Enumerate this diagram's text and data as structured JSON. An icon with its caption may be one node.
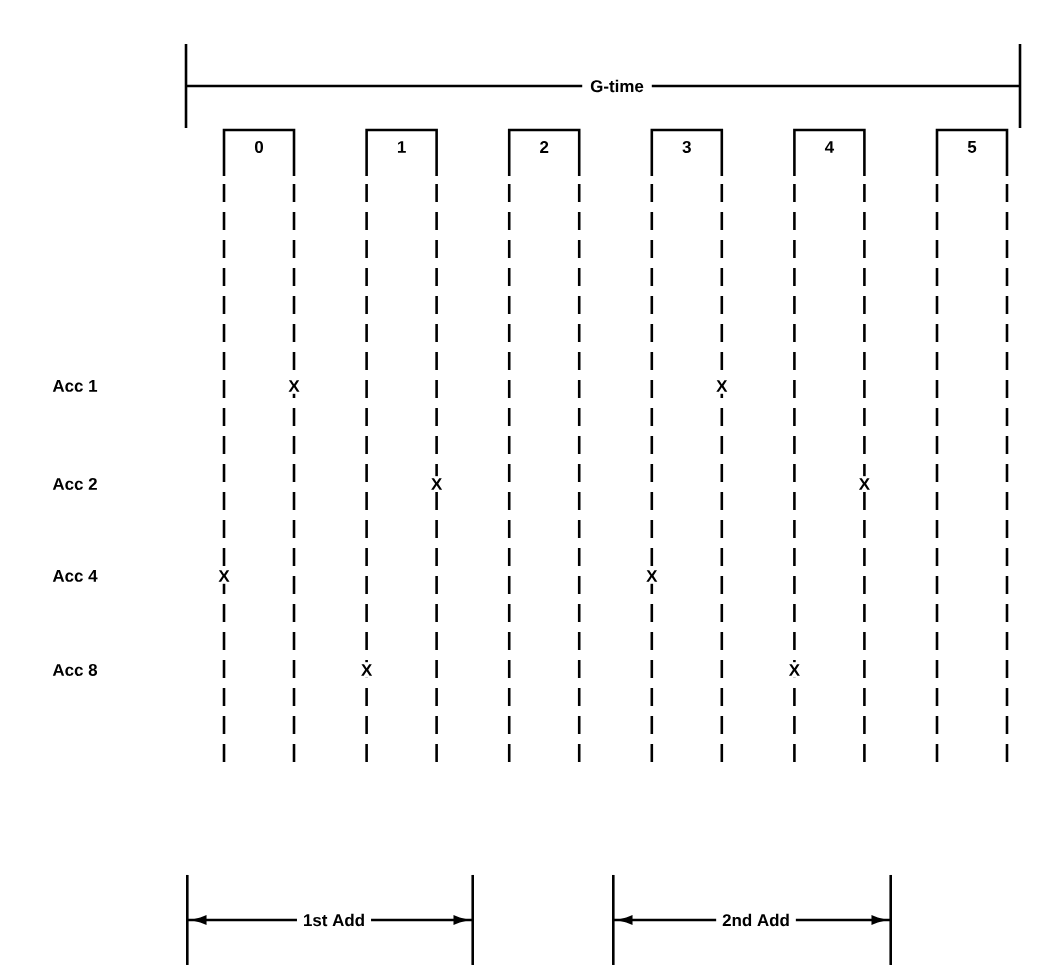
{
  "diagram": {
    "nodes": [
      {
        "text": [
          "0"
        ]
      },
      {
        "text": [
          "1"
        ]
      },
      {
        "text": [
          "2"
        ]
      },
      {
        "text": [
          "3"
        ]
      },
      {
        "text": [
          "4"
        ]
      },
      {
        "text": [
          "5"
        ]
      }
    ],
    "labels": [
      "G-time",
      "Acc 1",
      "X",
      "X",
      "Acc 2",
      "X",
      "X",
      "Acc 4",
      "X",
      "X",
      "Acc 8",
      "X",
      "X",
      "1st Add",
      "2nd Add"
    ]
  }
}
